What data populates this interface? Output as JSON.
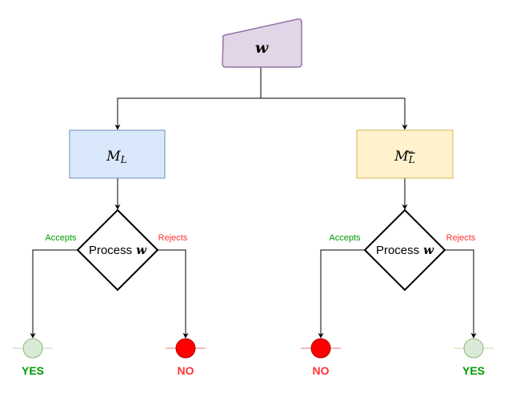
{
  "input": {
    "symbol": "w",
    "fill": "#e1d5e7",
    "stroke": "#9673a6"
  },
  "machines": {
    "left": {
      "symbol": "M",
      "subscript": "L",
      "fill": "#dae8fc",
      "stroke": "#6c8ebf"
    },
    "right": {
      "symbol": "M",
      "subscript": "L",
      "subscript_overline": true,
      "fill": "#fff2cc",
      "stroke": "#d6b656"
    }
  },
  "decisions": {
    "left": {
      "label": "Process",
      "symbol": "w",
      "accept_label": "Accepts",
      "reject_label": "Rejects"
    },
    "right": {
      "label": "Process",
      "symbol": "w",
      "accept_label": "Accepts",
      "reject_label": "Rejects"
    }
  },
  "outcomes": {
    "left_accept": {
      "label": "YES",
      "kind": "yes"
    },
    "left_reject": {
      "label": "NO",
      "kind": "no"
    },
    "right_accept": {
      "label": "NO",
      "kind": "no"
    },
    "right_reject": {
      "label": "YES",
      "kind": "yes"
    }
  },
  "colors": {
    "accept_text": "#009900",
    "reject_text": "#ff3333",
    "yes_fill": "#d5e8d4",
    "yes_stroke": "#82b366",
    "yes_label": "#009900",
    "no_fill": "#ff0000",
    "no_stroke": "#b20000",
    "no_label": "#ff3333",
    "line": "#000000"
  }
}
